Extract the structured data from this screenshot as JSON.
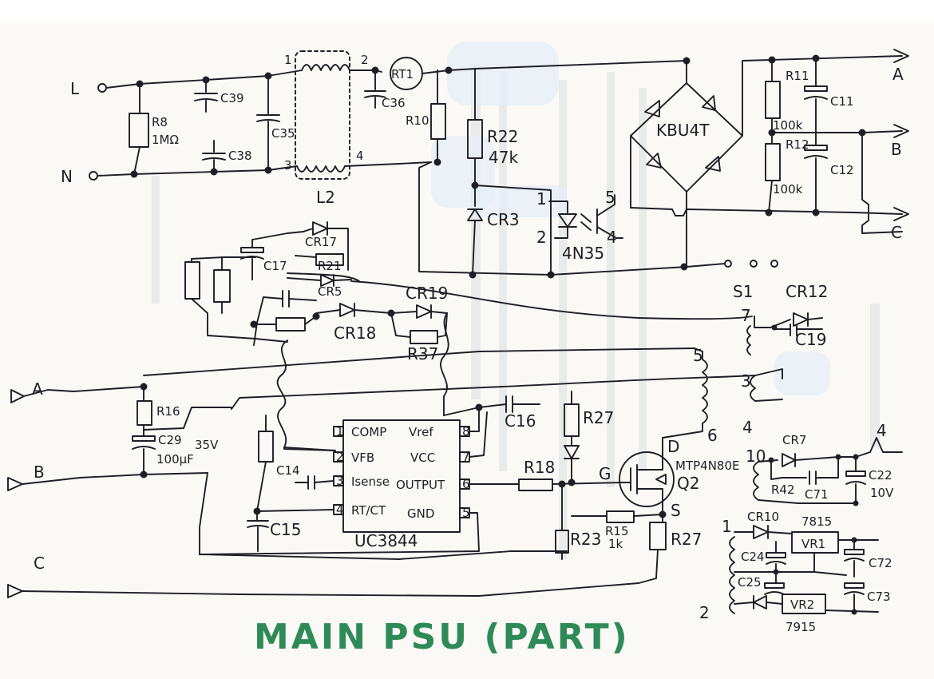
{
  "title": "MAIN PSU (PART)",
  "colors": {
    "ink": "#1e1e24",
    "title": "#2e8b57",
    "paper": "#fbf9f5"
  },
  "inputs": {
    "live": "L",
    "neutral": "N"
  },
  "outputs": {
    "a": "A",
    "b": "B",
    "c": "C"
  },
  "feedback_ports": {
    "a": "A",
    "b": "B",
    "c": "C"
  },
  "components": {
    "r8": "R8",
    "r8_value": "1MΩ",
    "c39": "C39",
    "c35": "C35",
    "c38": "C38",
    "c36": "C36",
    "l2": "L2",
    "l2_pin1": "1",
    "l2_pin2": "2",
    "l2_pin3": "3",
    "l2_pin4": "4",
    "rt1": "RT1",
    "r10": "R10",
    "r22_top": "R22",
    "r22_top_value": "47k",
    "cr3": "CR3",
    "opto": "4N35",
    "opto_pin1": "1",
    "opto_pin2": "2",
    "opto_pin4": "4",
    "opto_pin5": "5",
    "bridge": "KBU4T",
    "r11": "R11",
    "r11_value": "100k",
    "r12": "R12",
    "r12_value": "100k",
    "c11": "C11",
    "c12": "C12",
    "s1": "S1",
    "cr12": "CR12",
    "c19": "C19",
    "t_pin7": "7",
    "t_pin5": "5",
    "t_pin3": "3",
    "t_pin4": "4",
    "t_pin6": "6",
    "t_pin10": "10",
    "cr17": "CR17",
    "c17": "C17",
    "r21": "R21",
    "cr5": "CR5",
    "cr18": "CR18",
    "cr19": "CR19",
    "r37": "R37",
    "r16": "R16",
    "c29": "C29",
    "c29_value": "100µF",
    "c29_voltage": "35V",
    "c14": "C14",
    "c15": "C15",
    "c16": "C16",
    "ic": "UC3844",
    "pin_comp": "COMP",
    "pin_vfb": "VFB",
    "pin_isense": "Isense",
    "pin_rtct": "RT/CT",
    "pin_vref": "Vref",
    "pin_vcc": "VCC",
    "pin_output": "OUTPUT",
    "pin_gnd": "GND",
    "pin_1": "1",
    "pin_2": "2",
    "pin_3": "3",
    "pin_4": "4",
    "pin_5": "5",
    "pin_6": "6",
    "pin_7": "7",
    "pin_8": "8",
    "r27_top": "R27",
    "r18": "R18",
    "r23": "R23",
    "r15": "R15",
    "r15_value": "1k",
    "r27_bottom": "R27",
    "q2": "Q2",
    "q2_part": "MTP4N80E",
    "q2_d": "D",
    "q2_g": "G",
    "q2_s": "S",
    "cr7": "CR7",
    "r42": "R42",
    "c71": "C71",
    "c22": "C22",
    "c22_value": "10V",
    "out_4": "4",
    "cr10": "CR10",
    "reg_7815": "7815",
    "vr1": "VR1",
    "vr2": "VR2",
    "reg_7915": "7915",
    "c24": "C24",
    "c25": "C25",
    "c72": "C72",
    "c73": "C73",
    "sec_1": "1",
    "sec_2": "2"
  }
}
